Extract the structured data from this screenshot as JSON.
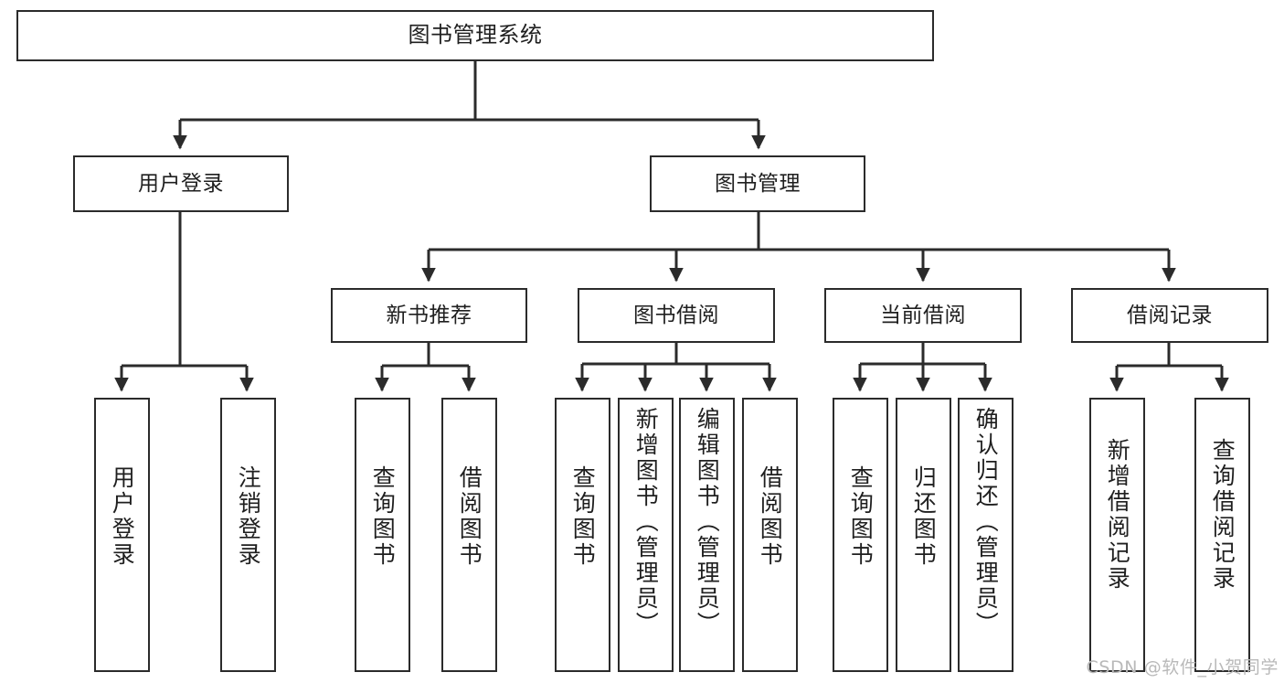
{
  "diagram": {
    "type": "tree-hierarchy",
    "title": "图书管理系统",
    "watermark": "CSDN @软件_小贺同学",
    "colors": {
      "box_border": "#2b2b2b",
      "box_fill": "#ffffff",
      "connector": "#2b2b2b",
      "text": "#1f1f1f",
      "watermark": "#b9b9b9"
    },
    "root": {
      "label": "图书管理系统"
    },
    "level2": [
      {
        "label": "用户登录"
      },
      {
        "label": "图书管理"
      }
    ],
    "level3": [
      {
        "label": "新书推荐"
      },
      {
        "label": "图书借阅"
      },
      {
        "label": "当前借阅"
      },
      {
        "label": "借阅记录"
      }
    ],
    "leaves": {
      "user_login": [
        {
          "label": "用户登录"
        },
        {
          "label": "注销登录"
        }
      ],
      "new_book_recommend": [
        {
          "label": "查询图书"
        },
        {
          "label": "借阅图书"
        }
      ],
      "book_borrow": [
        {
          "label": "查询图书"
        },
        {
          "label": "新增图书（管理员）"
        },
        {
          "label": "编辑图书（管理员）"
        },
        {
          "label": "借阅图书"
        }
      ],
      "current_borrow": [
        {
          "label": "查询图书"
        },
        {
          "label": "归还图书"
        },
        {
          "label": "确认归还（管理员）"
        }
      ],
      "borrow_record": [
        {
          "label": "新增借阅记录"
        },
        {
          "label": "查询借阅记录"
        }
      ]
    }
  }
}
